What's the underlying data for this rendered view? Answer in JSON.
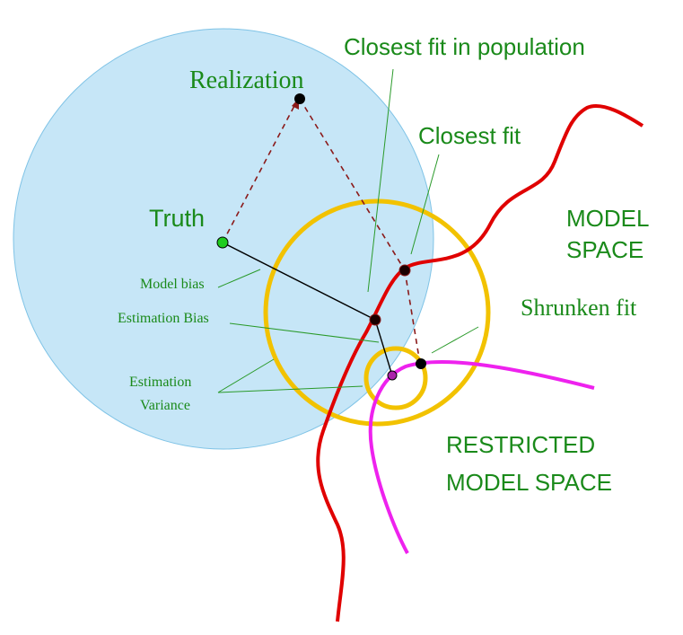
{
  "labels": {
    "closest_fit_population": "Closest fit in population",
    "realization": "Realization",
    "closest_fit": "Closest fit",
    "truth": "Truth",
    "model_space_line1": "MODEL",
    "model_space_line2": "SPACE",
    "model_bias": "Model bias",
    "estimation_bias": "Estimation Bias",
    "shrunken_fit": "Shrunken fit",
    "estimation": "Estimation",
    "variance": "Variance",
    "restricted_line1": "RESTRICTED",
    "restricted_line2": "MODEL SPACE"
  },
  "colors": {
    "label_green": "#1a8a1a",
    "blue_disc": "#c6e6f7",
    "blue_disc_stroke": "#7fc3e6",
    "yellow_ring": "#f2c200",
    "model_space_curve": "#e00000",
    "restricted_curve": "#ee22ee",
    "dashed_line": "#8b1a1a",
    "solid_line": "#000000",
    "leader_line": "#2a9a2a"
  },
  "icons": {
    "points": [
      "realization-point",
      "truth-point",
      "closest-fit-point",
      "closest-fit-population-point",
      "shrunken-fit-point",
      "restricted-fit-point"
    ]
  }
}
